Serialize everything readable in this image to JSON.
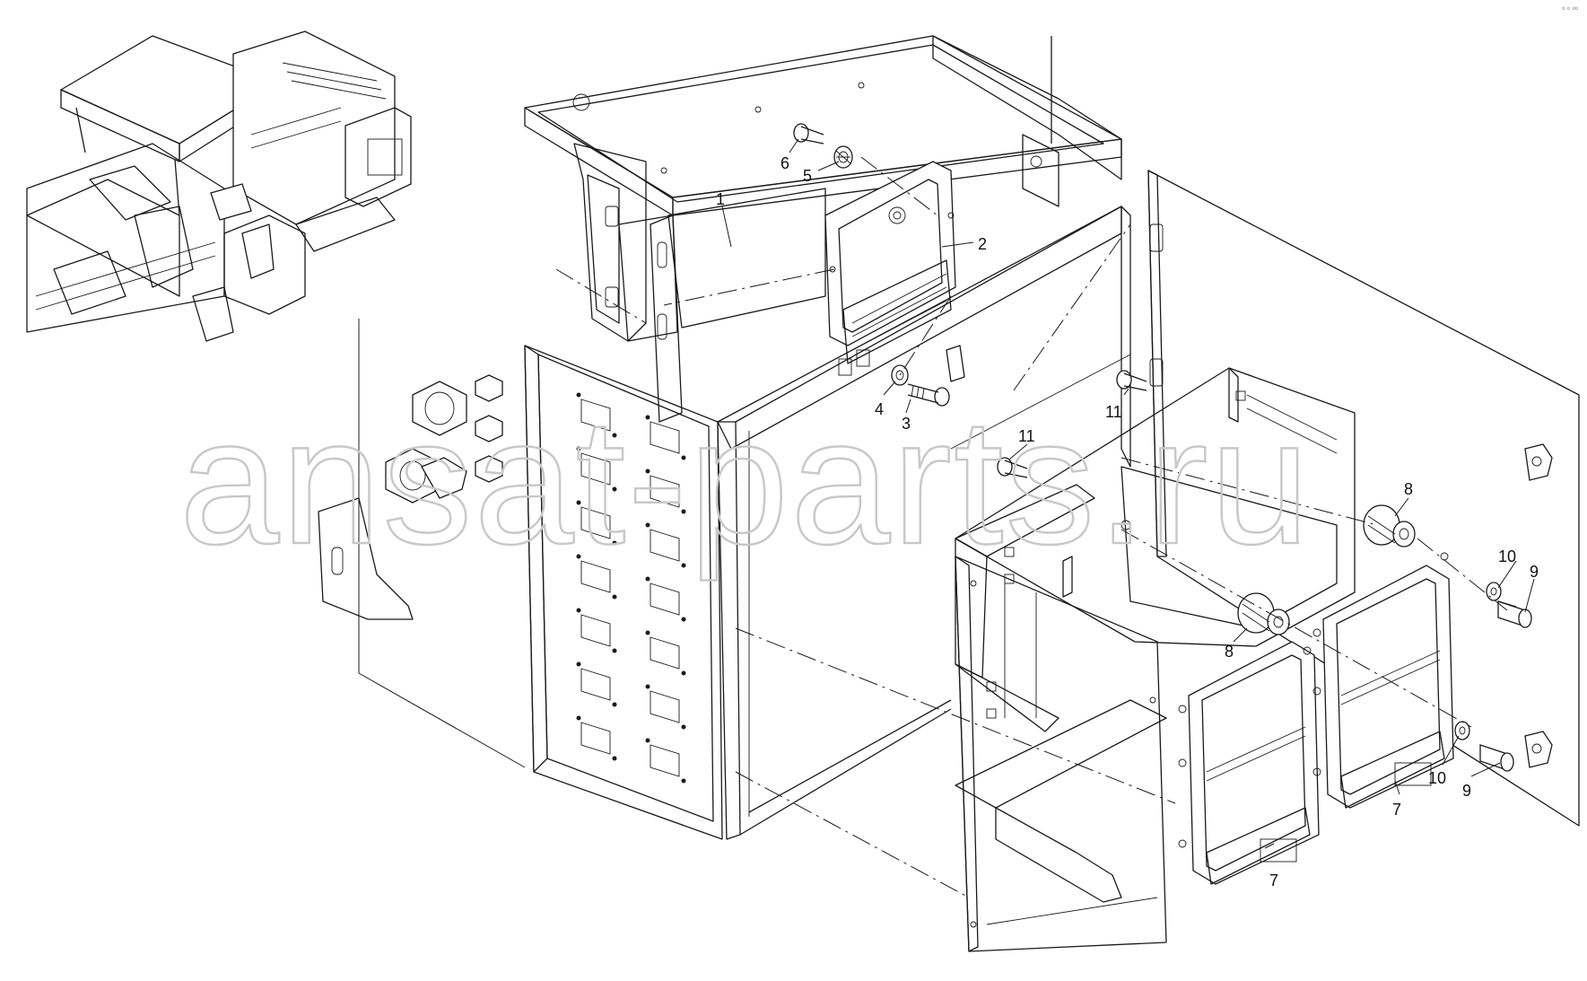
{
  "diagram": {
    "watermark": "ansat-parts.ru",
    "callouts": [
      {
        "id": "c1",
        "label": "1"
      },
      {
        "id": "c2",
        "label": "2"
      },
      {
        "id": "c3",
        "label": "3"
      },
      {
        "id": "c4",
        "label": "4"
      },
      {
        "id": "c5",
        "label": "5"
      },
      {
        "id": "c6",
        "label": "6"
      },
      {
        "id": "c7a",
        "label": "7"
      },
      {
        "id": "c7b",
        "label": "7"
      },
      {
        "id": "c8a",
        "label": "8"
      },
      {
        "id": "c8b",
        "label": "8"
      },
      {
        "id": "c9a",
        "label": "9"
      },
      {
        "id": "c9b",
        "label": "9"
      },
      {
        "id": "c10a",
        "label": "10"
      },
      {
        "id": "c10b",
        "label": "10"
      },
      {
        "id": "c11a",
        "label": "11"
      },
      {
        "id": "c11b",
        "label": "11"
      }
    ],
    "parts": [
      "electrical-cabinet",
      "control-unit-module",
      "bolt",
      "washer",
      "knurled-nut",
      "screw",
      "electronic-control-unit",
      "vibration-damper",
      "socket-head-screw",
      "flat-washer",
      "mounting-screw"
    ],
    "corner_mark": "▫ ▫ ▫▫"
  }
}
